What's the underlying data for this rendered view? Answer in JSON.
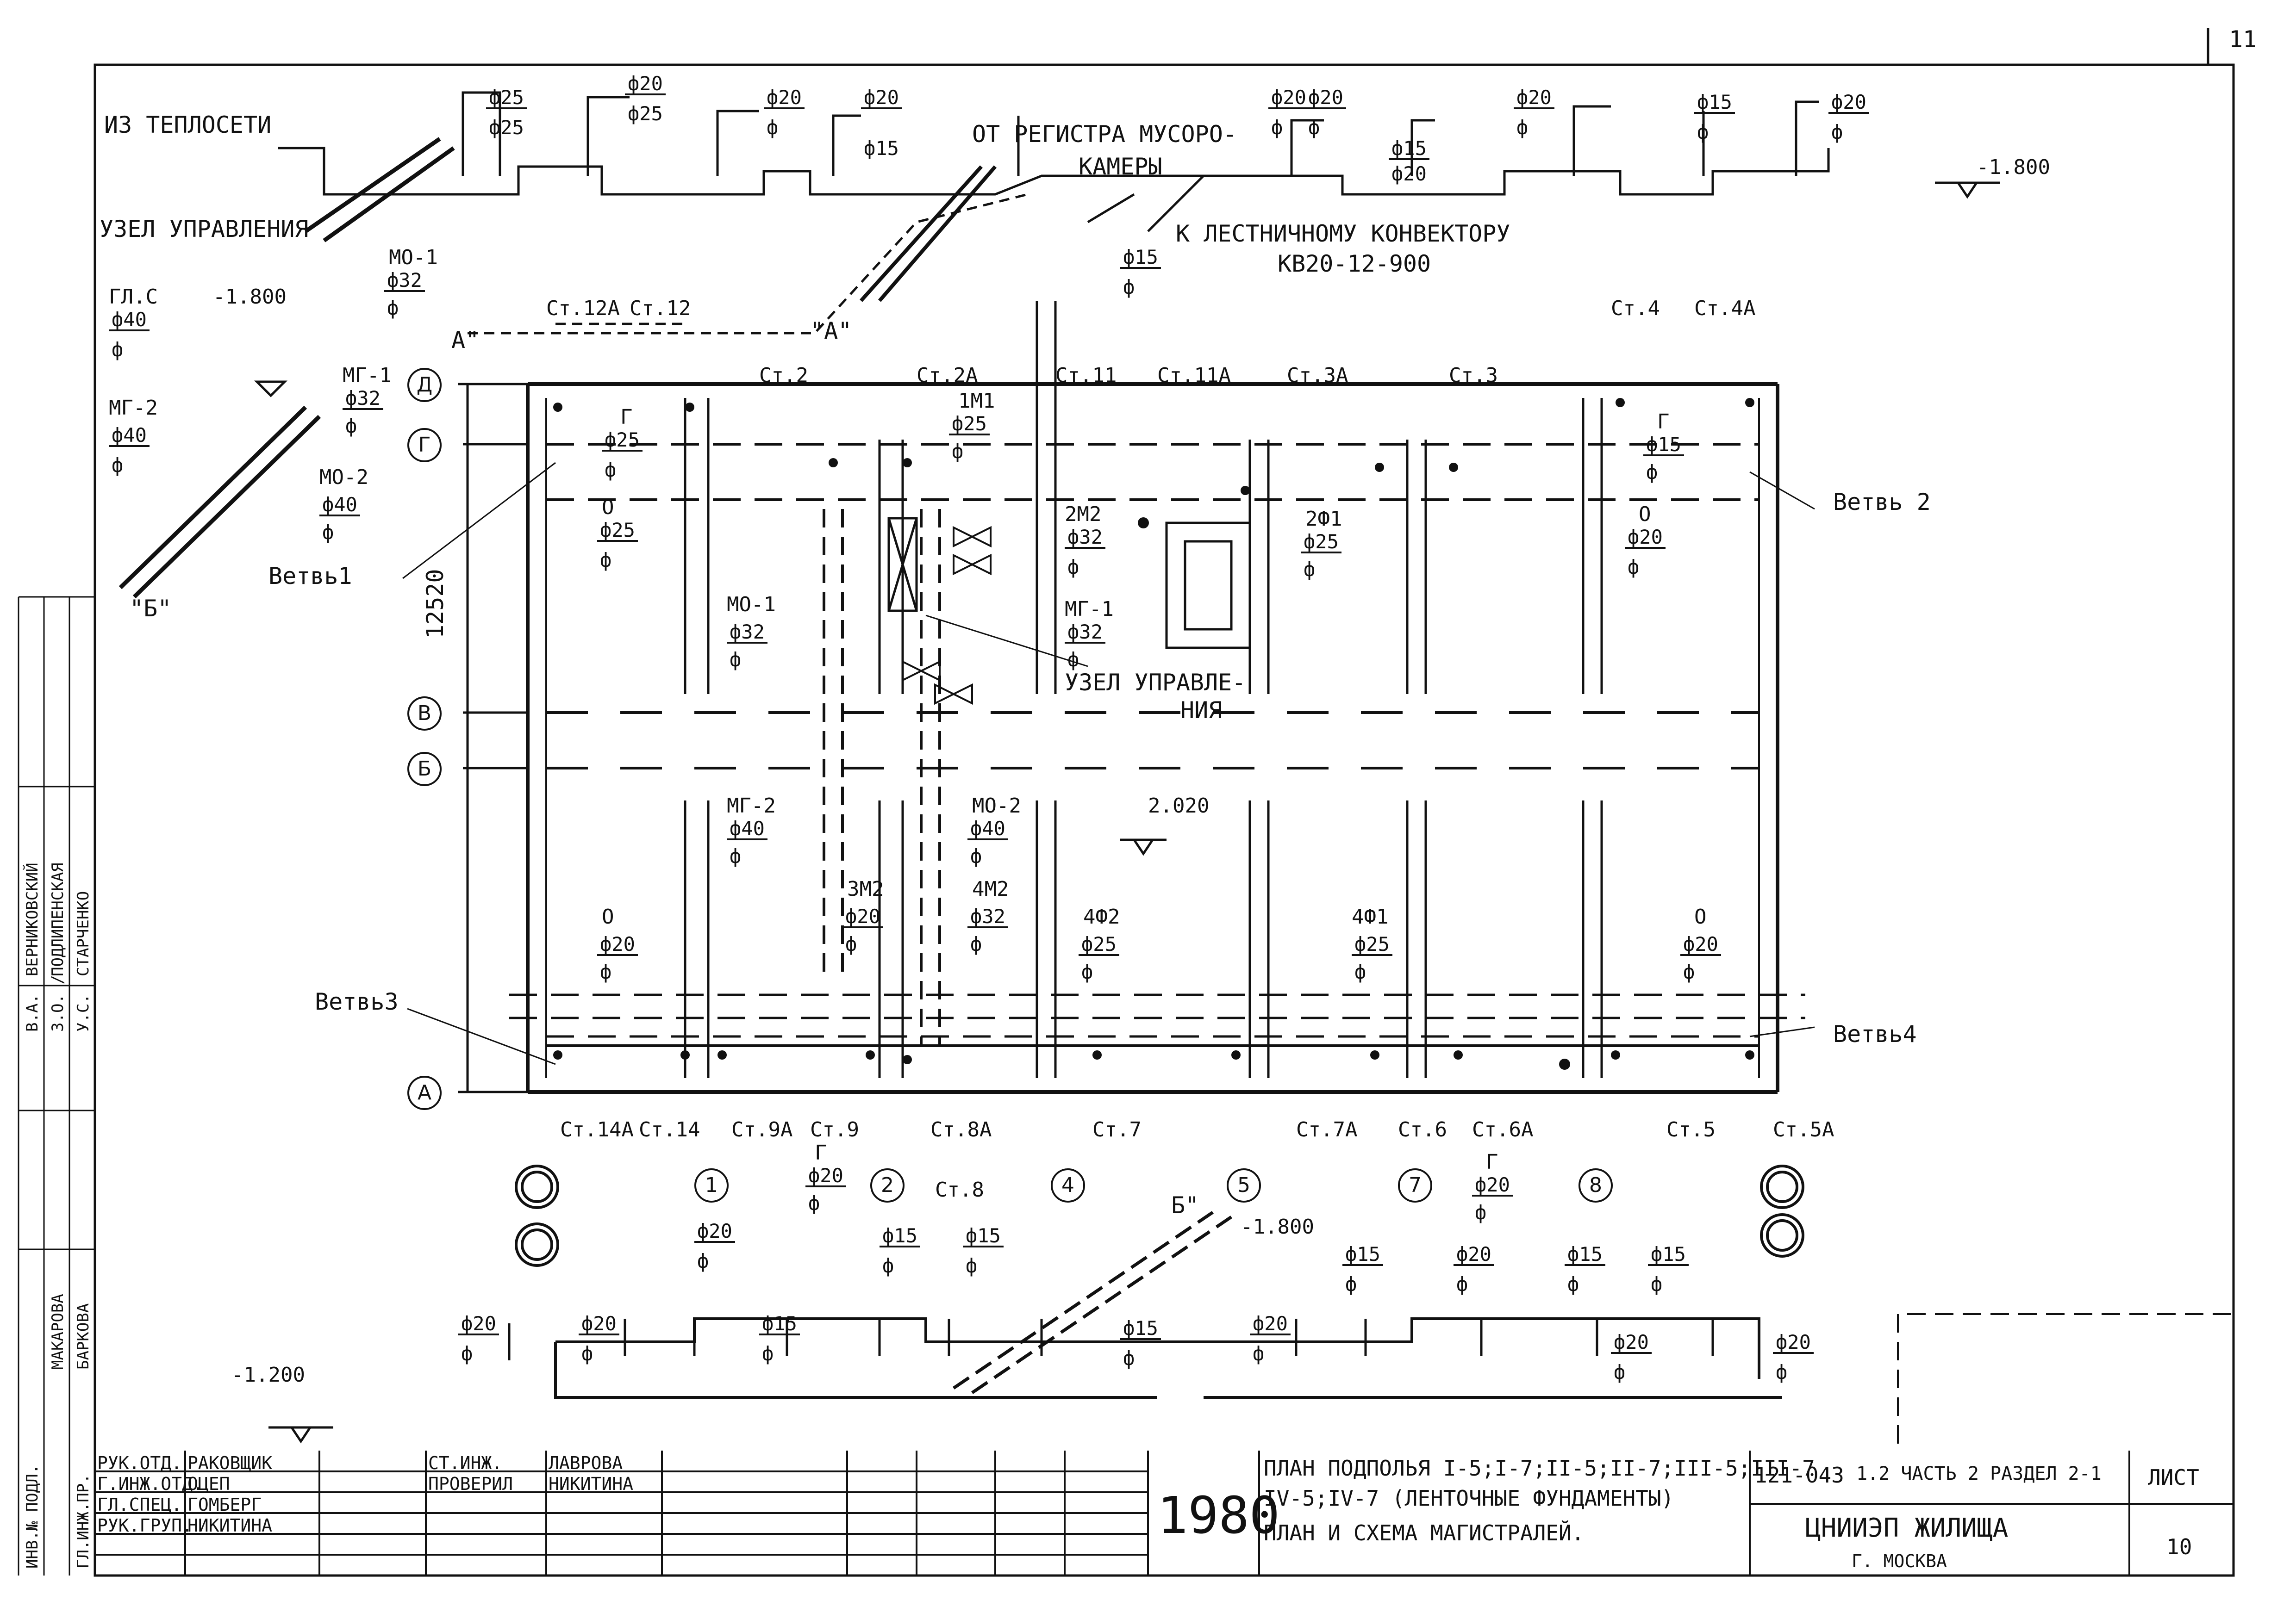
{
  "sheet_corner": "11",
  "labels": {
    "iz_teploseti": "ИЗ ТЕПЛОСЕТИ",
    "uzel_upravleniya": "УЗЕЛ УПРАВЛЕНИЯ",
    "ot_registra": "ОТ РЕГИСТРА МУСОРО-",
    "ot_registra_2": "КАМЕРЫ",
    "k_konvektoru": "К ЛЕСТНИЧНОМУ КОНВЕКТОРУ",
    "konvektor_model": "КВ20-12-900",
    "uzel_upravle": "УЗЕЛ УПРАВЛЕ-",
    "uzel_upravle_2": "НИЯ",
    "vetv1": "Ветвь1",
    "vetv2": "Ветвь 2",
    "vetv3": "Ветвь3",
    "vetv4": "Ветвь4",
    "dim_12520": "12520",
    "a_mark_1": "А\"",
    "a_mark_2": "\"А\"",
    "b_mark_1": "\"Б\"",
    "b_mark_2": "Б\"",
    "gls": "ГЛ.С"
  },
  "levels": {
    "top_right": "-1.800",
    "top_left": "-1.800",
    "center": "2.020",
    "bottom_center": "-1.800",
    "bottom_left": "-1.200"
  },
  "axes": {
    "rows": [
      "Д",
      "Г",
      "В",
      "Б",
      "А"
    ],
    "columns": [
      "1",
      "2",
      "4",
      "5",
      "7",
      "8"
    ]
  },
  "risers": {
    "top": [
      "Ст.12А",
      "Ст.12",
      "Ст.2",
      "Ст.2А",
      "Ст.11",
      "Ст.11А",
      "Ст.3А",
      "Ст.3",
      "Ст.4",
      "Ст.4А"
    ],
    "bottom": [
      "Ст.14А",
      "Ст.14",
      "Ст.9А",
      "Ст.9",
      "Ст.8А",
      "Ст.8",
      "Ст.7",
      "Ст.7А",
      "Ст.6",
      "Ст.6А",
      "Ст.5",
      "Ст.5А"
    ]
  },
  "top_scheme_fractions": [
    {
      "num": "ф25",
      "den": "ф25"
    },
    {
      "num": "ф20",
      "den": "ф25"
    },
    {
      "num": "ф20",
      "den": "ф"
    },
    {
      "num": "ф20",
      "den": "ф15"
    },
    {
      "num": "ф20",
      "den": "ф"
    },
    {
      "num": "ф20",
      "den": "ф"
    },
    {
      "num": "ф15",
      "den": "ф20"
    },
    {
      "num": "ф15",
      "den": "ф"
    },
    {
      "num": "ф20",
      "den": "ф"
    },
    {
      "num": "ф15",
      "den": "ф"
    },
    {
      "num": "ф20",
      "den": "ф"
    }
  ],
  "plan_fractions": [
    {
      "code": "МО-1",
      "num": "ф32",
      "den": "ф"
    },
    {
      "code": "ГЛ.С",
      "num": "ф40",
      "den": "ф"
    },
    {
      "code": "МГ-1",
      "num": "ф32",
      "den": "ф"
    },
    {
      "code": "МГ-2",
      "num": "ф40",
      "den": "ф"
    },
    {
      "code": "МО-2",
      "num": "ф40",
      "den": "ф"
    },
    {
      "code": "Г",
      "num": "ф25",
      "den": "ф"
    },
    {
      "code": "О",
      "num": "ф25",
      "den": "ф"
    },
    {
      "code": "1М1",
      "num": "ф25",
      "den": "ф"
    },
    {
      "code": "2М2",
      "num": "ф32",
      "den": "ф"
    },
    {
      "code": "2Ф1",
      "num": "ф25",
      "den": "ф"
    },
    {
      "code": "Г",
      "num": "ф15",
      "den": "ф"
    },
    {
      "code": "О",
      "num": "ф20",
      "den": "ф"
    },
    {
      "code": "МО-1",
      "num": "ф32",
      "den": "ф"
    },
    {
      "code": "МГ-1",
      "num": "ф32",
      "den": "ф"
    },
    {
      "code": "МГ-2",
      "num": "ф40",
      "den": "ф"
    },
    {
      "code": "МО-2",
      "num": "ф40",
      "den": "ф"
    },
    {
      "code": "3М2",
      "num": "ф20",
      "den": "ф"
    },
    {
      "code": "4М2",
      "num": "ф32",
      "den": "ф"
    },
    {
      "code": "4Ф2",
      "num": "ф25",
      "den": "ф"
    },
    {
      "code": "4Ф1",
      "num": "ф25",
      "den": "ф"
    },
    {
      "code": "О",
      "num": "ф20",
      "den": "ф"
    },
    {
      "code": "О",
      "num": "ф20",
      "den": "ф"
    },
    {
      "code": "Г",
      "num": "ф20",
      "den": "ф"
    },
    {
      "code": "Г",
      "num": "ф20",
      "den": "ф"
    }
  ],
  "bottom_scheme_fractions": [
    {
      "num": "ф20",
      "den": "ф"
    },
    {
      "num": "ф20",
      "den": "ф"
    },
    {
      "num": "ф20",
      "den": "ф"
    },
    {
      "num": "ф15",
      "den": "ф"
    },
    {
      "num": "ф15",
      "den": "ф"
    },
    {
      "num": "ф15",
      "den": "ф"
    },
    {
      "num": "ф15",
      "den": "ф"
    },
    {
      "num": "ф20",
      "den": "ф"
    },
    {
      "num": "ф15",
      "den": "ф"
    },
    {
      "num": "ф20",
      "den": "ф"
    },
    {
      "num": "ф15",
      "den": "ф"
    },
    {
      "num": "ф15",
      "den": "ф"
    },
    {
      "num": "ф20",
      "den": "ф"
    },
    {
      "num": "ф20",
      "den": "ф"
    }
  ],
  "left_margin_stamp": {
    "roles": [
      "В.А.",
      "З.О. /",
      "У.С."
    ],
    "names": [
      "ВЕРНИКОВСКИЙ",
      "ПОДЛИПЕНСКАЯ",
      "СТАРЧЕНКО",
      "МАКАРОВА",
      "БАРКОВА"
    ],
    "row_labels": [
      "ИНВ.№ ПОДЛ.",
      "ГЛ.ИНЖ.ПР."
    ]
  },
  "title_block": {
    "people": [
      {
        "role": "РУК.ОТД.",
        "name": "РАКОВЩИК"
      },
      {
        "role": "Г.ИНЖ.ОТД.",
        "name": "ОЦЕП"
      },
      {
        "role": "ГЛ.СПЕЦ.",
        "name": "ГОМБЕРГ"
      },
      {
        "role": "РУК.ГРУП.",
        "name": "НИКИТИНА"
      }
    ],
    "checkers": [
      {
        "role": "СТ.ИНЖ.",
        "name": "ЛАВРОВА"
      },
      {
        "role": "ПРОВЕРИЛ",
        "name": "НИКИТИНА"
      }
    ],
    "year": "1980",
    "title_line1": "ПЛАН ПОДПОЛЬЯ I-5;I-7;II-5;II-7;III-5;III-7",
    "title_line2": "IV-5;IV-7 (ЛЕНТОЧНЫЕ ФУНДАМЕНТЫ)",
    "title_line3": "ПЛАН И СХЕМА МАГИСТРАЛЕЙ.",
    "project_code": "121-043",
    "section": "1.2 ЧАСТЬ 2 РАЗДЕЛ 2-1",
    "org": "ЦНИИЭП ЖИЛИЩА",
    "city": "Г. МОСКВА",
    "sheet_label": "ЛИСТ",
    "sheet_number": "10"
  }
}
